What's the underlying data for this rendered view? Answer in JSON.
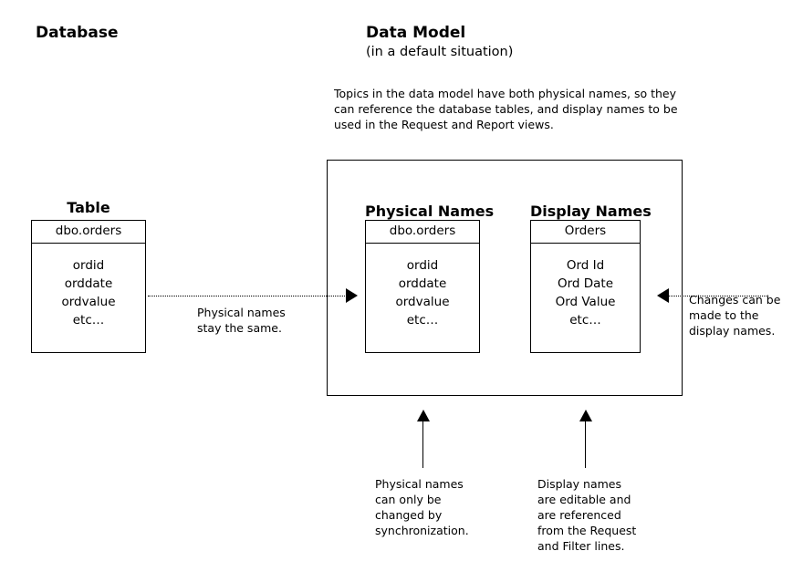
{
  "diagram": {
    "left_section": {
      "heading": "Database",
      "table_caption": "Table",
      "table": {
        "header": "dbo.orders",
        "fields": [
          "ordid",
          "orddate",
          "ordvalue",
          "etc…"
        ]
      }
    },
    "right_section": {
      "heading": "Data Model",
      "subheading": "(in a default situation)",
      "description": "Topics in the data model have both physical names, so they can reference the database tables, and display names to be used in the Request and Report views.",
      "physical_names": {
        "caption": "Physical Names",
        "header": "dbo.orders",
        "fields": [
          "ordid",
          "orddate",
          "ordvalue",
          "etc…"
        ]
      },
      "display_names": {
        "caption": "Display Names",
        "header": "Orders",
        "fields": [
          "Ord Id",
          "Ord Date",
          "Ord Value",
          "etc…"
        ]
      }
    },
    "annotations": {
      "physical_stay_same": "Physical names\nstay the same.",
      "changes_display": "Changes can be\nmade to the\ndisplay names.",
      "physical_sync": "Physical names\ncan only be\nchanged by\nsynchronization.",
      "display_editable": "Display names\nare editable and\nare referenced\nfrom the Request\nand Filter lines."
    },
    "colors": {
      "stroke": "#000000",
      "background": "#ffffff",
      "text": "#000000"
    }
  }
}
